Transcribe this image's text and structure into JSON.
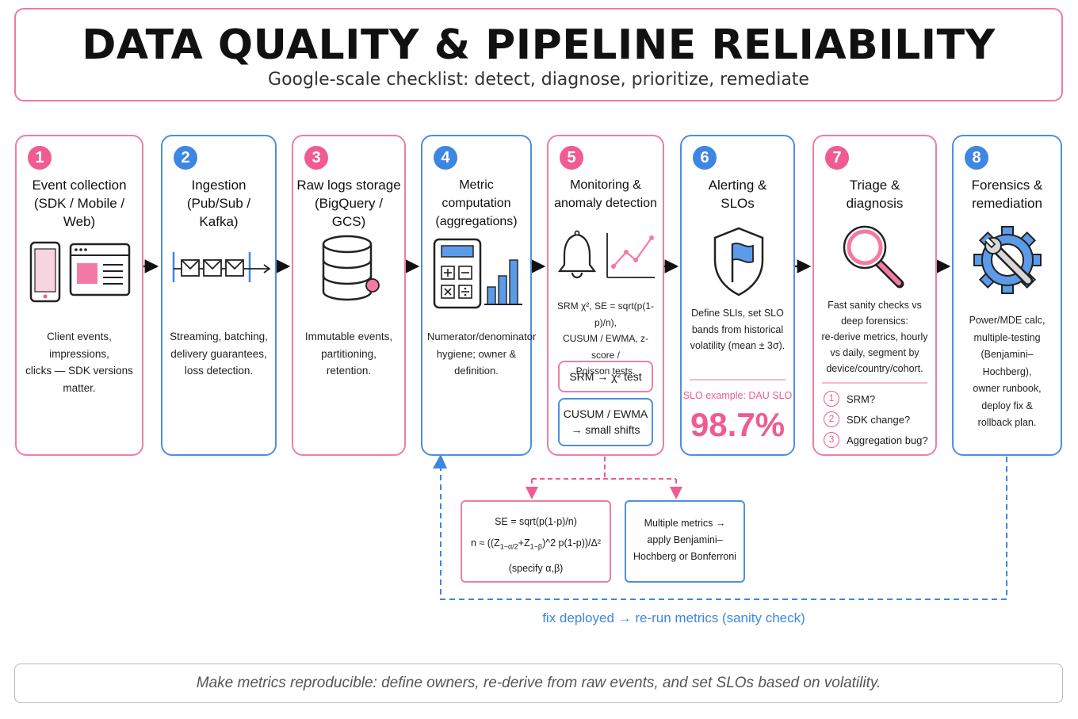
{
  "header": {
    "title": "DATA QUALITY & PIPELINE RELIABILITY",
    "subtitle": "Google-scale checklist: detect, diagnose, prioritize, remediate"
  },
  "stages": [
    {
      "num": "1",
      "title1": "Event collection",
      "title2": "(SDK / Mobile / Web)",
      "desc1": "Client events, impressions,",
      "desc2": "clicks — SDK versions",
      "desc3": "matter."
    },
    {
      "num": "2",
      "title1": "Ingestion",
      "title2": "(Pub/Sub / Kafka)",
      "desc1": "Streaming, batching,",
      "desc2": "delivery guarantees,",
      "desc3": "loss detection."
    },
    {
      "num": "3",
      "title1": "Raw logs storage",
      "title2": "(BigQuery / GCS)",
      "desc1": "Immutable events,",
      "desc2": "partitioning,",
      "desc3": "retention."
    },
    {
      "num": "4",
      "title1": "Metric computation",
      "title2": "(aggregations)",
      "desc1": "Numerator/denominator",
      "desc2": "hygiene; owner &",
      "desc3": "definition."
    },
    {
      "num": "5",
      "title1": "Monitoring &",
      "title2": "anomaly detection",
      "desc1": "SRM χ², SE = sqrt(p(1-p)/n),",
      "desc2": "CUSUM / EWMA, z-score /",
      "desc3": "Poisson tests.",
      "pill1": "SRM → χ² test",
      "pill2a": "CUSUM / EWMA",
      "pill2b": "→ small shifts"
    },
    {
      "num": "6",
      "title1": "Alerting &",
      "title2": "SLOs",
      "desc1": "Define SLIs, set SLO",
      "desc2": "bands from historical",
      "desc3": "volatility (mean ± 3σ).",
      "slo_label": "SLO example: DAU SLO",
      "slo_value": "98.7%"
    },
    {
      "num": "7",
      "title1": "Triage &",
      "title2": "diagnosis",
      "desc1": "Fast sanity checks vs",
      "desc2": "deep forensics:",
      "desc3": "re-derive metrics, hourly",
      "desc4": "vs daily, segment by",
      "desc5": "device/country/cohort.",
      "checks": [
        {
          "n": "1",
          "label": "SRM?"
        },
        {
          "n": "2",
          "label": "SDK change?"
        },
        {
          "n": "3",
          "label": "Aggregation bug?"
        }
      ]
    },
    {
      "num": "8",
      "title1": "Forensics &",
      "title2": "remediation",
      "desc1": "Power/MDE calc,",
      "desc2": "multiple-testing",
      "desc3": "(Benjamini–Hochberg),",
      "desc4": "owner runbook,",
      "desc5": "deploy fix &",
      "desc6": "rollback plan."
    }
  ],
  "formula_box": {
    "line1": "SE = sqrt(p(1-p)/n)",
    "line2_pre": "n ≈ ((Z",
    "line2_sub1": "1−α/2",
    "line2_mid": "+Z",
    "line2_sub2": "1−β",
    "line2_post": ")^2 p(1-p))/Δ²",
    "line3": "(specify α,β)"
  },
  "multi_box": {
    "line1": "Multiple metrics →",
    "line2": "apply Benjamini–",
    "line3": "Hochberg or Bonferroni"
  },
  "loop_label": "fix deployed → re-run metrics (sanity check)",
  "footer": "Make metrics reproducible: define owners, re-derive from raw events, and set SLOs based on volatility.",
  "colors": {
    "pink": "#ef5b92",
    "blue": "#3d86e2"
  }
}
